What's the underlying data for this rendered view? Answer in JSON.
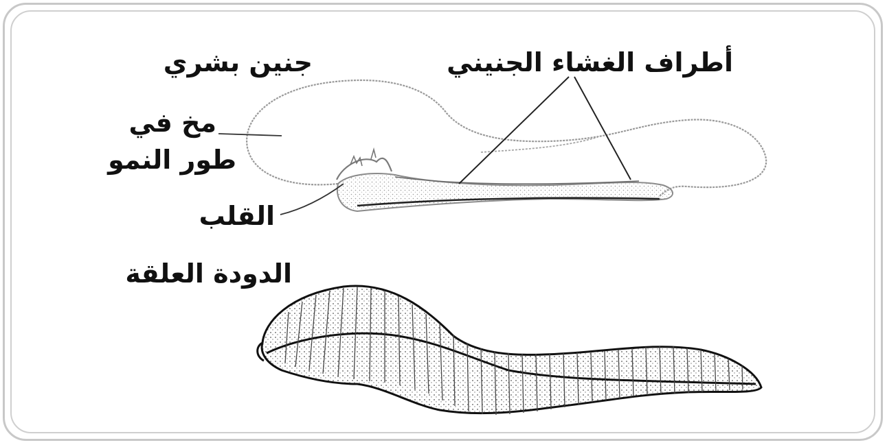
{
  "labels": {
    "human_embryo": "جنين بشري",
    "membrane_edges": "أطراف الغشاء الجنيني",
    "brain_line1": "مخ في",
    "brain_line2": "طور النمو",
    "heart": "القلب",
    "leech": "الدودة العلقة"
  },
  "colors": {
    "frame": "#c8c8c8",
    "ink": "#111111",
    "sketch": "#8a8a8a"
  }
}
